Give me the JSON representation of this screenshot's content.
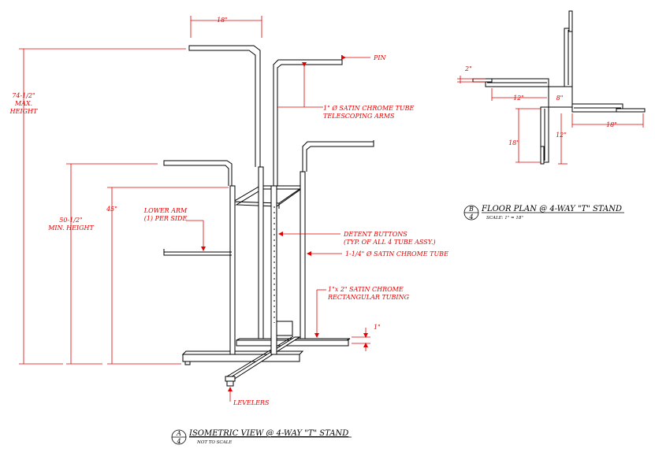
{
  "colors": {
    "dimension": "#e00000",
    "linework": "#000000",
    "background": "#ffffff"
  },
  "isometric": {
    "dim_18": "18\"",
    "pin": "PIN",
    "telescoping_1": "1\" Ø SATIN CHROME TUBE",
    "telescoping_2": "TELESCOPING ARMS",
    "max_height_1": "74-1/2\"",
    "max_height_2": "MAX.",
    "max_height_3": "HEIGHT",
    "lower_arm_1": "LOWER ARM",
    "lower_arm_2": "(1) PER SIDE",
    "detent_1": "DETENT BUTTONS",
    "detent_2": "(TYP. OF ALL 4 TUBE ASSY.)",
    "tube_114": "1-1/4\" Ø SATIN CHROME TUBE",
    "min_height_1": "50-1/2\"",
    "min_height_2": "MIN. HEIGHT",
    "dim_45": "45\"",
    "rect_tubing_1": "1\"x 2\" SATIN CHROME",
    "rect_tubing_2": "RECTANGULAR TUBING",
    "dim_1": "1\"",
    "levelers": "LEVELERS",
    "detail_letter": "A",
    "detail_sheet": "4",
    "title": "ISOMETRIC VIEW @ 4-WAY \"T\" STAND",
    "scale": "NOT TO SCALE"
  },
  "floor_plan": {
    "dim_2": "2\"",
    "dim_12a": "12\"",
    "dim_8": "8\"",
    "dim_18a": "18\"",
    "dim_18b": "18\"",
    "dim_12b": "12\"",
    "detail_letter": "B",
    "detail_sheet": "4",
    "title": "FLOOR PLAN @ 4-WAY \"T\" STAND",
    "scale": "SCALE: 1\" = 18\""
  }
}
